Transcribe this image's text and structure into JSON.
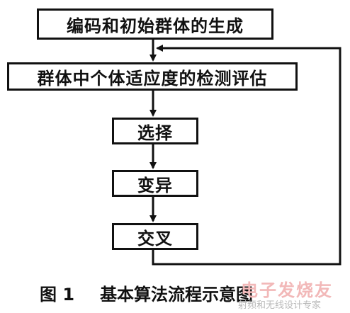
{
  "diagram": {
    "nodes": {
      "init": "编码和初始群体的生成",
      "eval": "群体中个体适应度的检测评估",
      "select": "选择",
      "mutate": "变异",
      "cross": "交叉"
    },
    "caption": {
      "number": "图 1",
      "title": "基本算法流程示意图"
    }
  },
  "watermark": {
    "top": "电子发烧友",
    "bottom": "射频和无线设计专家"
  }
}
